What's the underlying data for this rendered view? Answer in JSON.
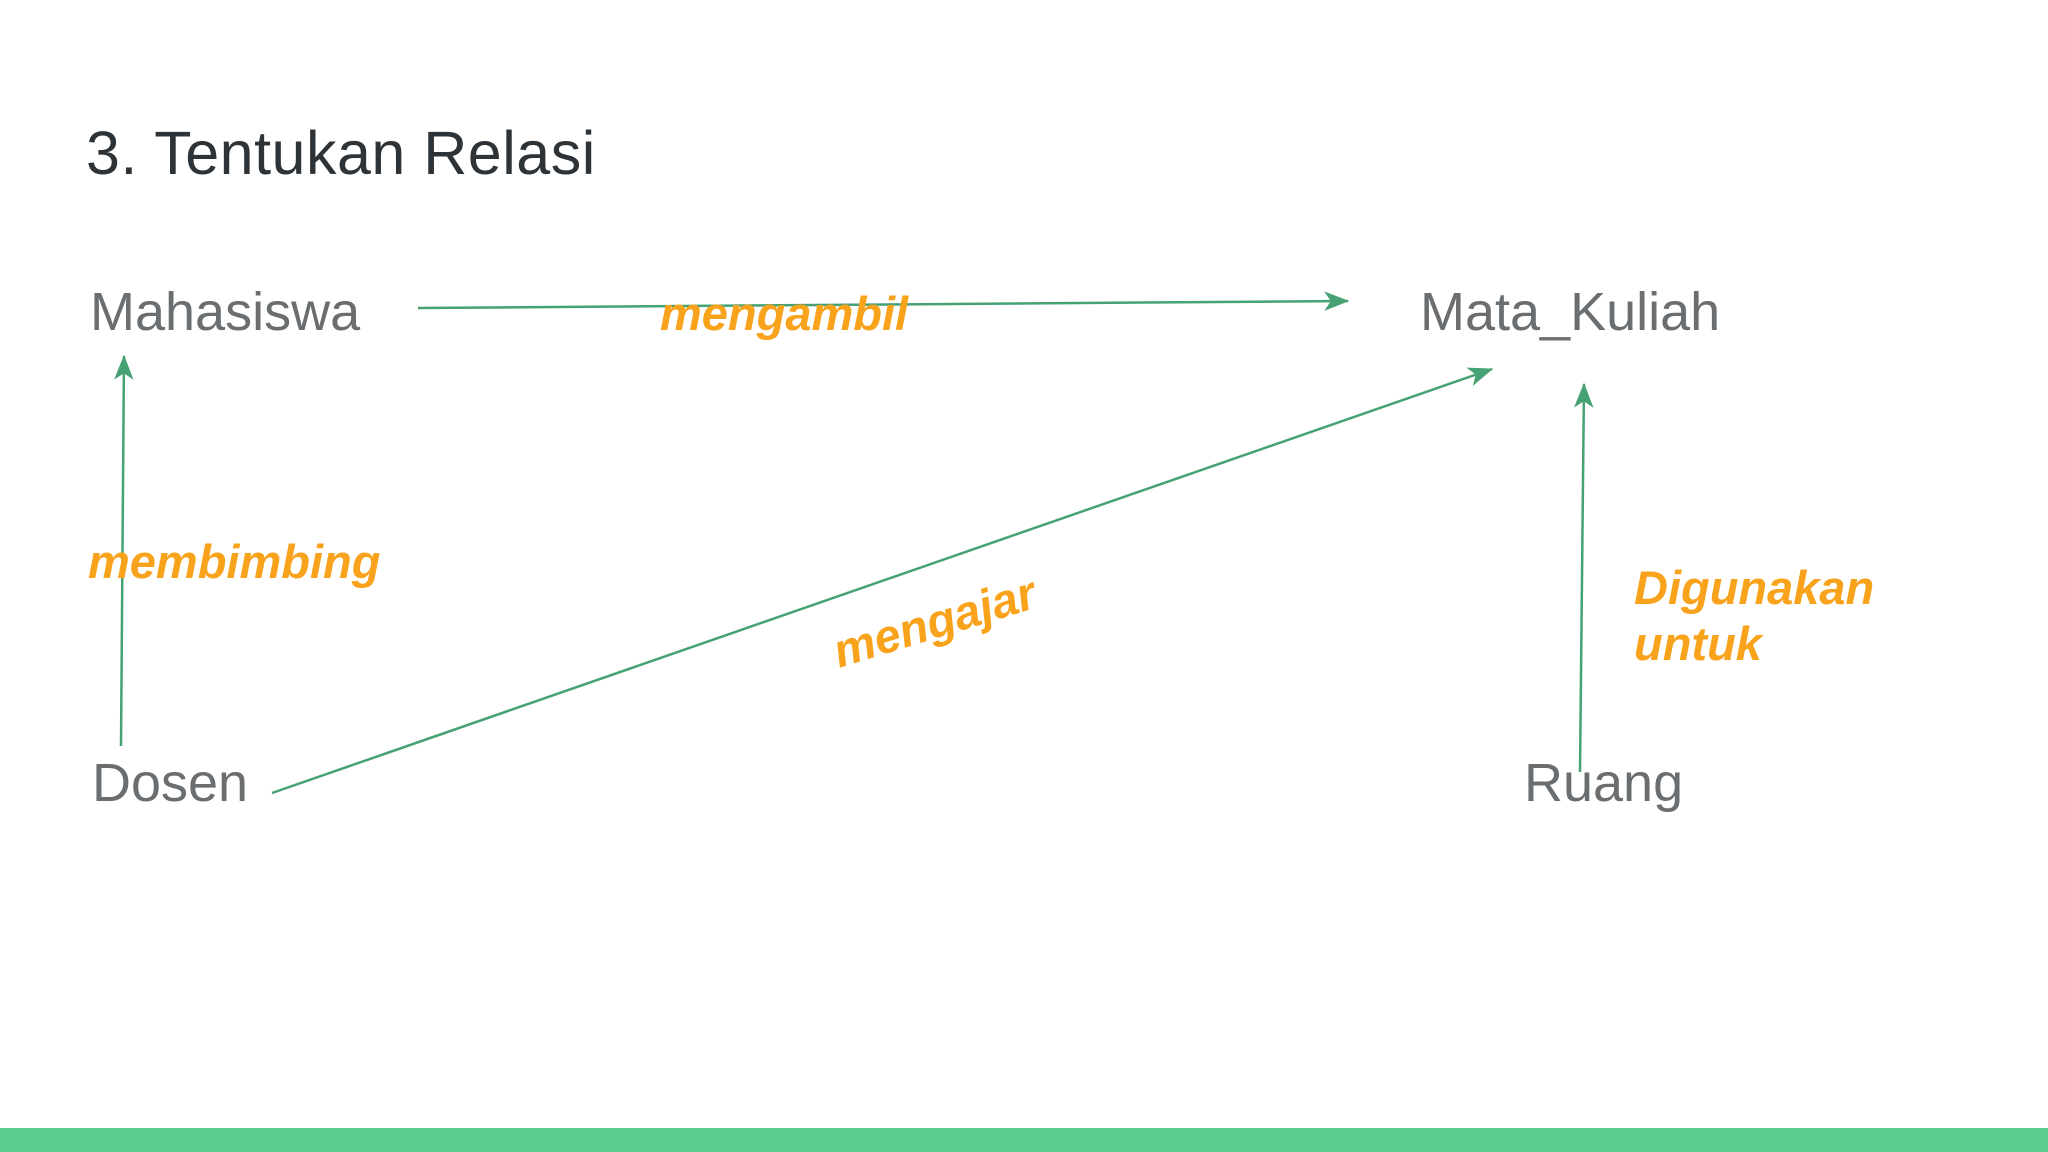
{
  "colors": {
    "background": "#ffffff",
    "title_text": "#2e3338",
    "entity_text": "#6a6e71",
    "relation_text": "#f9a21b",
    "arrow_green": "#46a173",
    "footer_bar_green": "#5ecd90"
  },
  "slide": {
    "title": "3. Tentukan Relasi"
  },
  "diagram": {
    "entities": [
      {
        "name": "Mahasiswa"
      },
      {
        "name": "Mata_Kuliah"
      },
      {
        "name": "Dosen"
      },
      {
        "name": "Ruang"
      }
    ],
    "relations": [
      {
        "label": "mengambil",
        "from": "Mahasiswa",
        "to": "Mata_Kuliah"
      },
      {
        "label": "membimbing",
        "from": "Dosen",
        "to": "Mahasiswa"
      },
      {
        "label": "mengajar",
        "from": "Dosen",
        "to": "Mata_Kuliah"
      },
      {
        "label": "Digunakan untuk",
        "line1": "Digunakan",
        "line2": "untuk",
        "from": "Ruang",
        "to": "Mata_Kuliah"
      }
    ]
  }
}
